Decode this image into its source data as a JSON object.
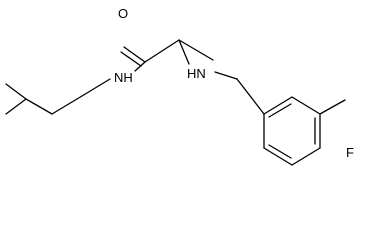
{
  "diagram": {
    "kind": "skeletal-structure",
    "atom_labels": {
      "oxygen": "O",
      "amide_nh": "NH",
      "amine_nh": "HN",
      "fluorine": "F"
    }
  }
}
